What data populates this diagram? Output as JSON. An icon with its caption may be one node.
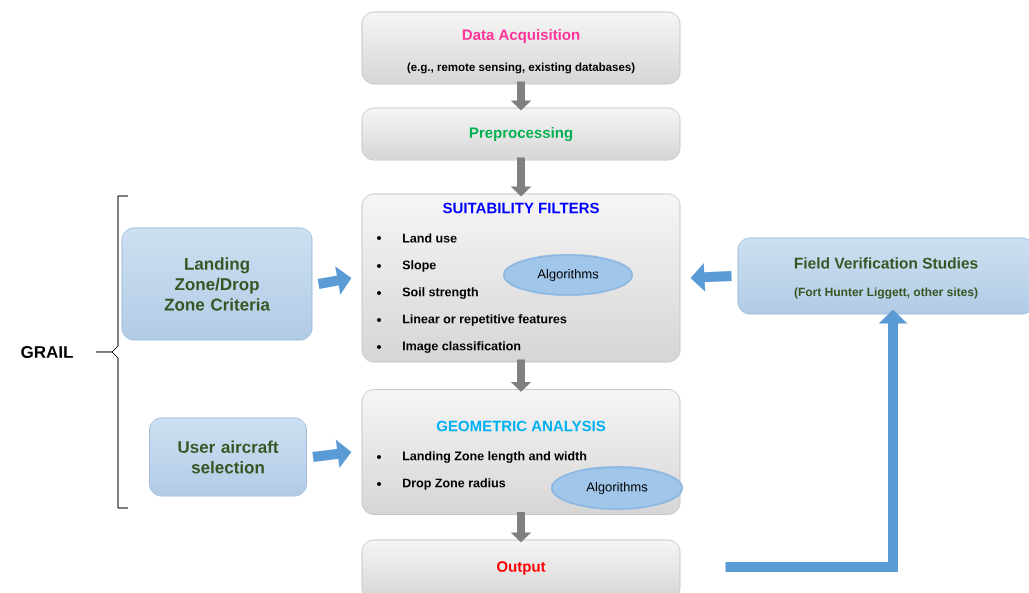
{
  "diagram": {
    "nodes": [
      {
        "text": [
          "Data Acquisition",
          "(e.g., remote sensing, existing databases)"
        ]
      },
      {
        "text": [
          "Preprocessing"
        ]
      },
      {
        "text": [
          "SUITABILITY FILTERS",
          "Land use",
          "Slope",
          "Soil strength",
          "Linear or repetitive features",
          "Image classification"
        ]
      },
      {
        "text": [
          "Algorithms"
        ],
        "in": 2
      },
      {
        "text": [
          "GEOMETRIC ANALYSIS",
          "Landing Zone length and width",
          "Drop Zone radius"
        ]
      },
      {
        "text": [
          "Algorithms"
        ],
        "in": 4
      },
      {
        "text": [
          "Output"
        ]
      },
      {
        "text": [
          "Landing Zone/Drop Zone Criteria"
        ]
      },
      {
        "text": [
          "User aircraft selection"
        ]
      },
      {
        "text": [
          "Field Verification Studies",
          "(Fort Hunter Liggett, other sites)"
        ]
      }
    ],
    "edges": [
      {
        "from": 0,
        "to": 1,
        "arrow": "to"
      },
      {
        "from": 1,
        "to": 2,
        "arrow": "to"
      },
      {
        "from": 2,
        "to": 4,
        "arrow": "to"
      },
      {
        "from": 4,
        "to": 6,
        "arrow": "to"
      },
      {
        "from": 7,
        "to": 2,
        "arrow": "to",
        "color": "#5b9bd5"
      },
      {
        "from": 8,
        "to": 4,
        "arrow": "to",
        "color": "#5b9bd5"
      },
      {
        "from": 9,
        "to": 2,
        "arrow": "to",
        "color": "#5b9bd5"
      },
      {
        "from": 6,
        "to": 9,
        "arrow": "to",
        "color": "#5b9bd5"
      }
    ],
    "labels": [
      "GRAIL"
    ]
  }
}
